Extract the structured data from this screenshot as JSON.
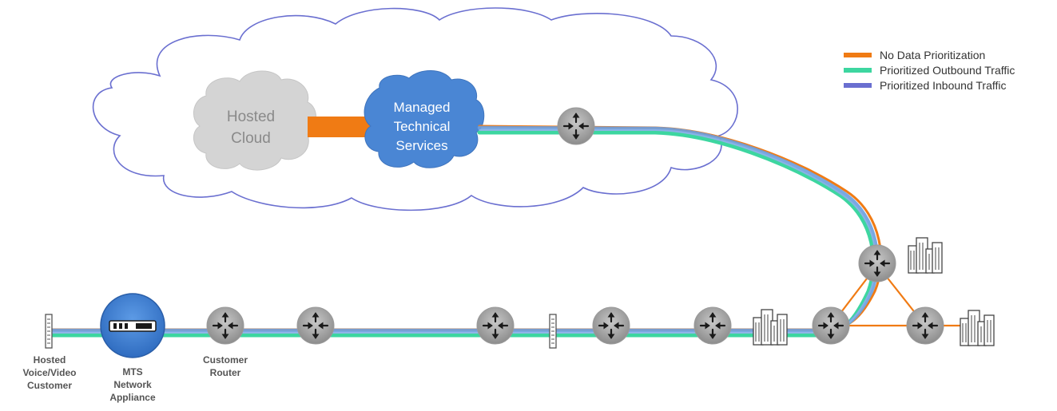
{
  "legend": {
    "items": [
      {
        "label": "No Data Prioritization",
        "color": "#f07b14"
      },
      {
        "label": "Prioritized Outbound Traffic",
        "color": "#3dd6a0"
      },
      {
        "label": "Prioritized Inbound Traffic",
        "color": "#6a6fd0"
      }
    ]
  },
  "clouds": {
    "hosted": {
      "line1": "Hosted",
      "line2": "Cloud"
    },
    "managed": {
      "line1": "Managed",
      "line2": "Technical",
      "line3": "Services"
    }
  },
  "labels": {
    "voice": {
      "line1": "Hosted",
      "line2": "Voice/Video",
      "line3": "Customer"
    },
    "mts": {
      "line1": "MTS",
      "line2": "Network",
      "line3": "Appliance"
    },
    "router": {
      "line1": "Customer",
      "line2": "Router"
    }
  },
  "colors": {
    "cloud_outline": "#6a6fd0",
    "hosted_cloud_fill": "#d4d4d4",
    "managed_cloud_fill": "#4a86d4",
    "orange": "#f07b14",
    "green": "#3dd6a0",
    "blue": "#6a9fe0",
    "router_fill": "#a8a8a8"
  }
}
